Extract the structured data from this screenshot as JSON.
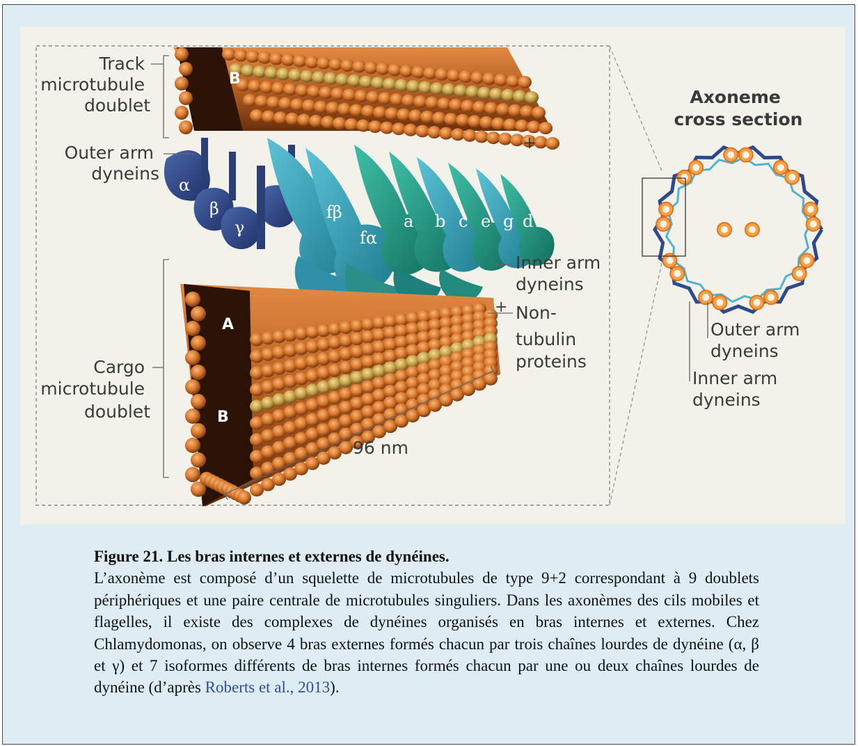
{
  "figure": {
    "track_label": [
      "Track",
      "microtubule",
      "doublet"
    ],
    "outer_arm_label": [
      "Outer arm",
      "dyneins"
    ],
    "cargo_label": [
      "Cargo",
      "microtubule",
      "doublet"
    ],
    "inner_arm_label": [
      "Inner arm",
      "dyneins"
    ],
    "non_tubulin_label": [
      "Non-",
      "tubulin",
      "proteins"
    ],
    "scale_label": "96 nm",
    "doublet_letters": {
      "track_b": "B",
      "cargo_a": "A",
      "cargo_b": "B"
    },
    "plus_sign": "+",
    "outer_greek": [
      "α",
      "β",
      "γ"
    ],
    "inner_letters": [
      "fβ",
      "fα",
      "a",
      "b",
      "c",
      "e",
      "g",
      "d"
    ],
    "cross_section_title": [
      "Axoneme",
      "cross section"
    ],
    "cross_outer_label": [
      "Outer arm",
      "dyneins"
    ],
    "cross_inner_label": [
      "Inner arm",
      "dyneins"
    ],
    "colors": {
      "tubulin": "#d9782e",
      "outer_dynein": "#2e4a8a",
      "inner_dynein": "#3fa6bf",
      "non_tubulin": "#c9a24a"
    }
  },
  "caption": {
    "title": "Figure 21. Les bras internes et externes de dynéines.",
    "body": "L’axonème est composé d’un squelette de microtubules de type  9+2 correspondant à 9 doublets périphériques et une paire centrale de microtubules singuliers. Dans les axonèmes des cils mobiles et flagelles, il existe des complexes de dynéines organisés en bras internes et externes. Chez Chlamydomonas, on observe 4 bras externes formés chacun par trois chaînes lourdes de dynéine (α, β et γ) et 7 isoformes différents de bras internes formés chacun par une ou deux chaînes lourdes de dynéine (d’après ",
    "reference": "Roberts et al., 2013",
    "end": ")."
  }
}
